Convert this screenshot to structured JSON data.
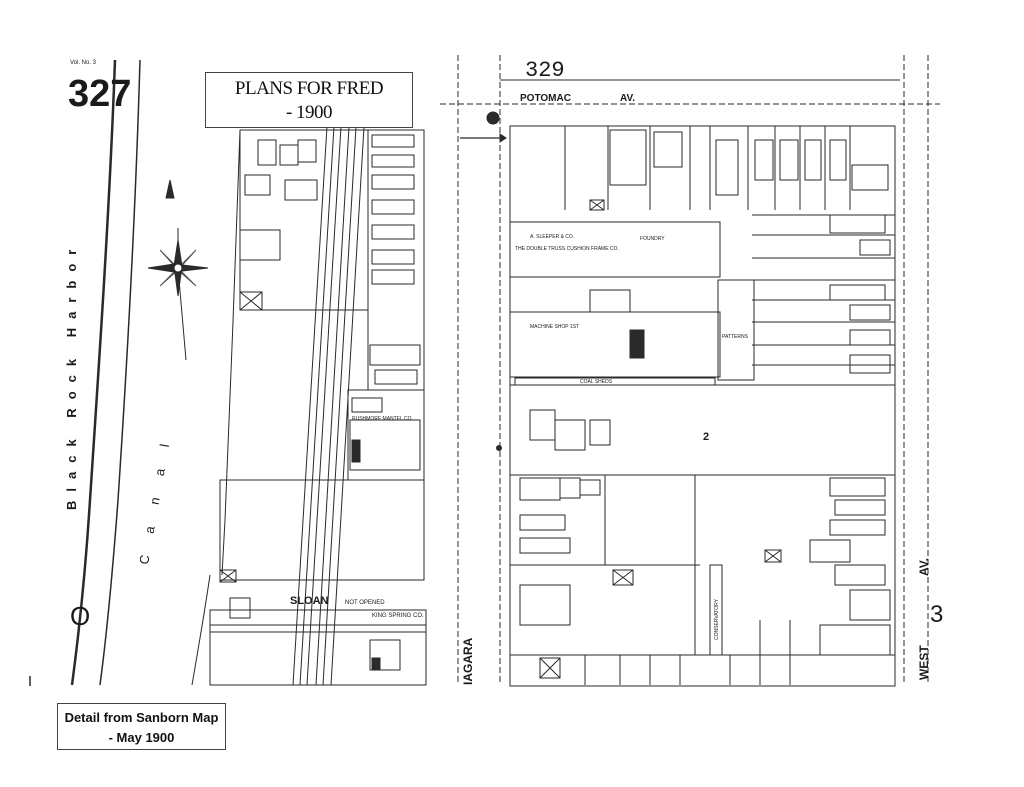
{
  "map": {
    "sheet_number": "327",
    "adjacent_sheet": "329",
    "vol_note": "Vol. No. 3",
    "streets": {
      "potomac": "POTOMAC",
      "potomac_suffix": "AV.",
      "sloan": "SLOAN",
      "niagara": "IAGARA",
      "west_av": "WEST",
      "west_av_suffix": "AV."
    },
    "water_labels": {
      "harbor": "Black Rock Harbor",
      "canal": "Canal"
    },
    "block_number": "2",
    "businesses": {
      "king_spring": "KING SPRING CO.",
      "rushmore": "RUSHMORE MANTEL CO.",
      "sleeper": "A. SLEEPER & CO.",
      "bicycle": "THE DOUBLE TRUSS CUSHION FRAME CO."
    },
    "misc_labels": {
      "not_opened": "NOT OPENED",
      "foundry": "FOUNDRY",
      "pattern": "PATTERNS",
      "machine_shop": "MACHINE SHOP 1ST",
      "conservatory": "CONSERVATORY",
      "coal_sheds": "COAL SHEDS"
    },
    "edge_labels": {
      "left_letter": "O",
      "right_number": "3"
    },
    "colors": {
      "ink": "#2a2a2a",
      "paper": "#ffffff"
    }
  },
  "callouts": {
    "plans_line1": "PLANS FOR FRED",
    "plans_line2": "- 1900",
    "caption_line1": "Detail from Sanborn Map",
    "caption_line2": "- May 1900"
  }
}
